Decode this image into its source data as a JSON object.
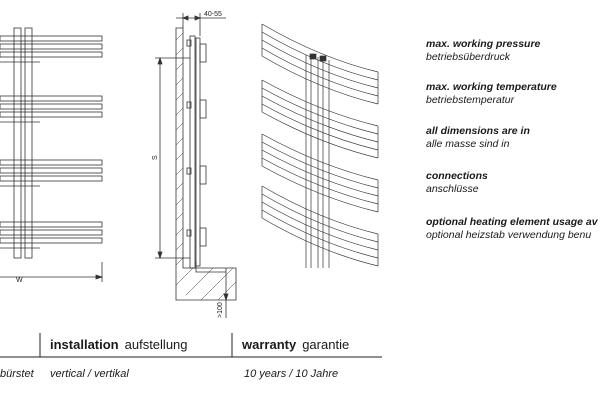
{
  "dimensions": {
    "width_label": "W",
    "height_label": "S",
    "wall_distance": "40-55",
    "floor_clearance": ">100"
  },
  "specs": [
    {
      "title": "max. working pressure",
      "subtitle": "betriebsüberdruck"
    },
    {
      "title": "max. working temperature",
      "subtitle": "betriebstemperatur"
    },
    {
      "title": "all dimensions are in",
      "subtitle": "alle masse sind in"
    },
    {
      "title": "connections",
      "subtitle": "anschlüsse"
    },
    {
      "title": "optional heating element usage av",
      "subtitle": "optional heizstab verwendung benu"
    }
  ],
  "table": {
    "installation": {
      "label_en": "installation",
      "label_de": "aufstellung",
      "value": "vertical / vertikal"
    },
    "warranty": {
      "label_en": "warranty",
      "label_de": "garantie",
      "value": "10 years / 10 Jahre"
    },
    "finish_partial": "bürstet"
  }
}
